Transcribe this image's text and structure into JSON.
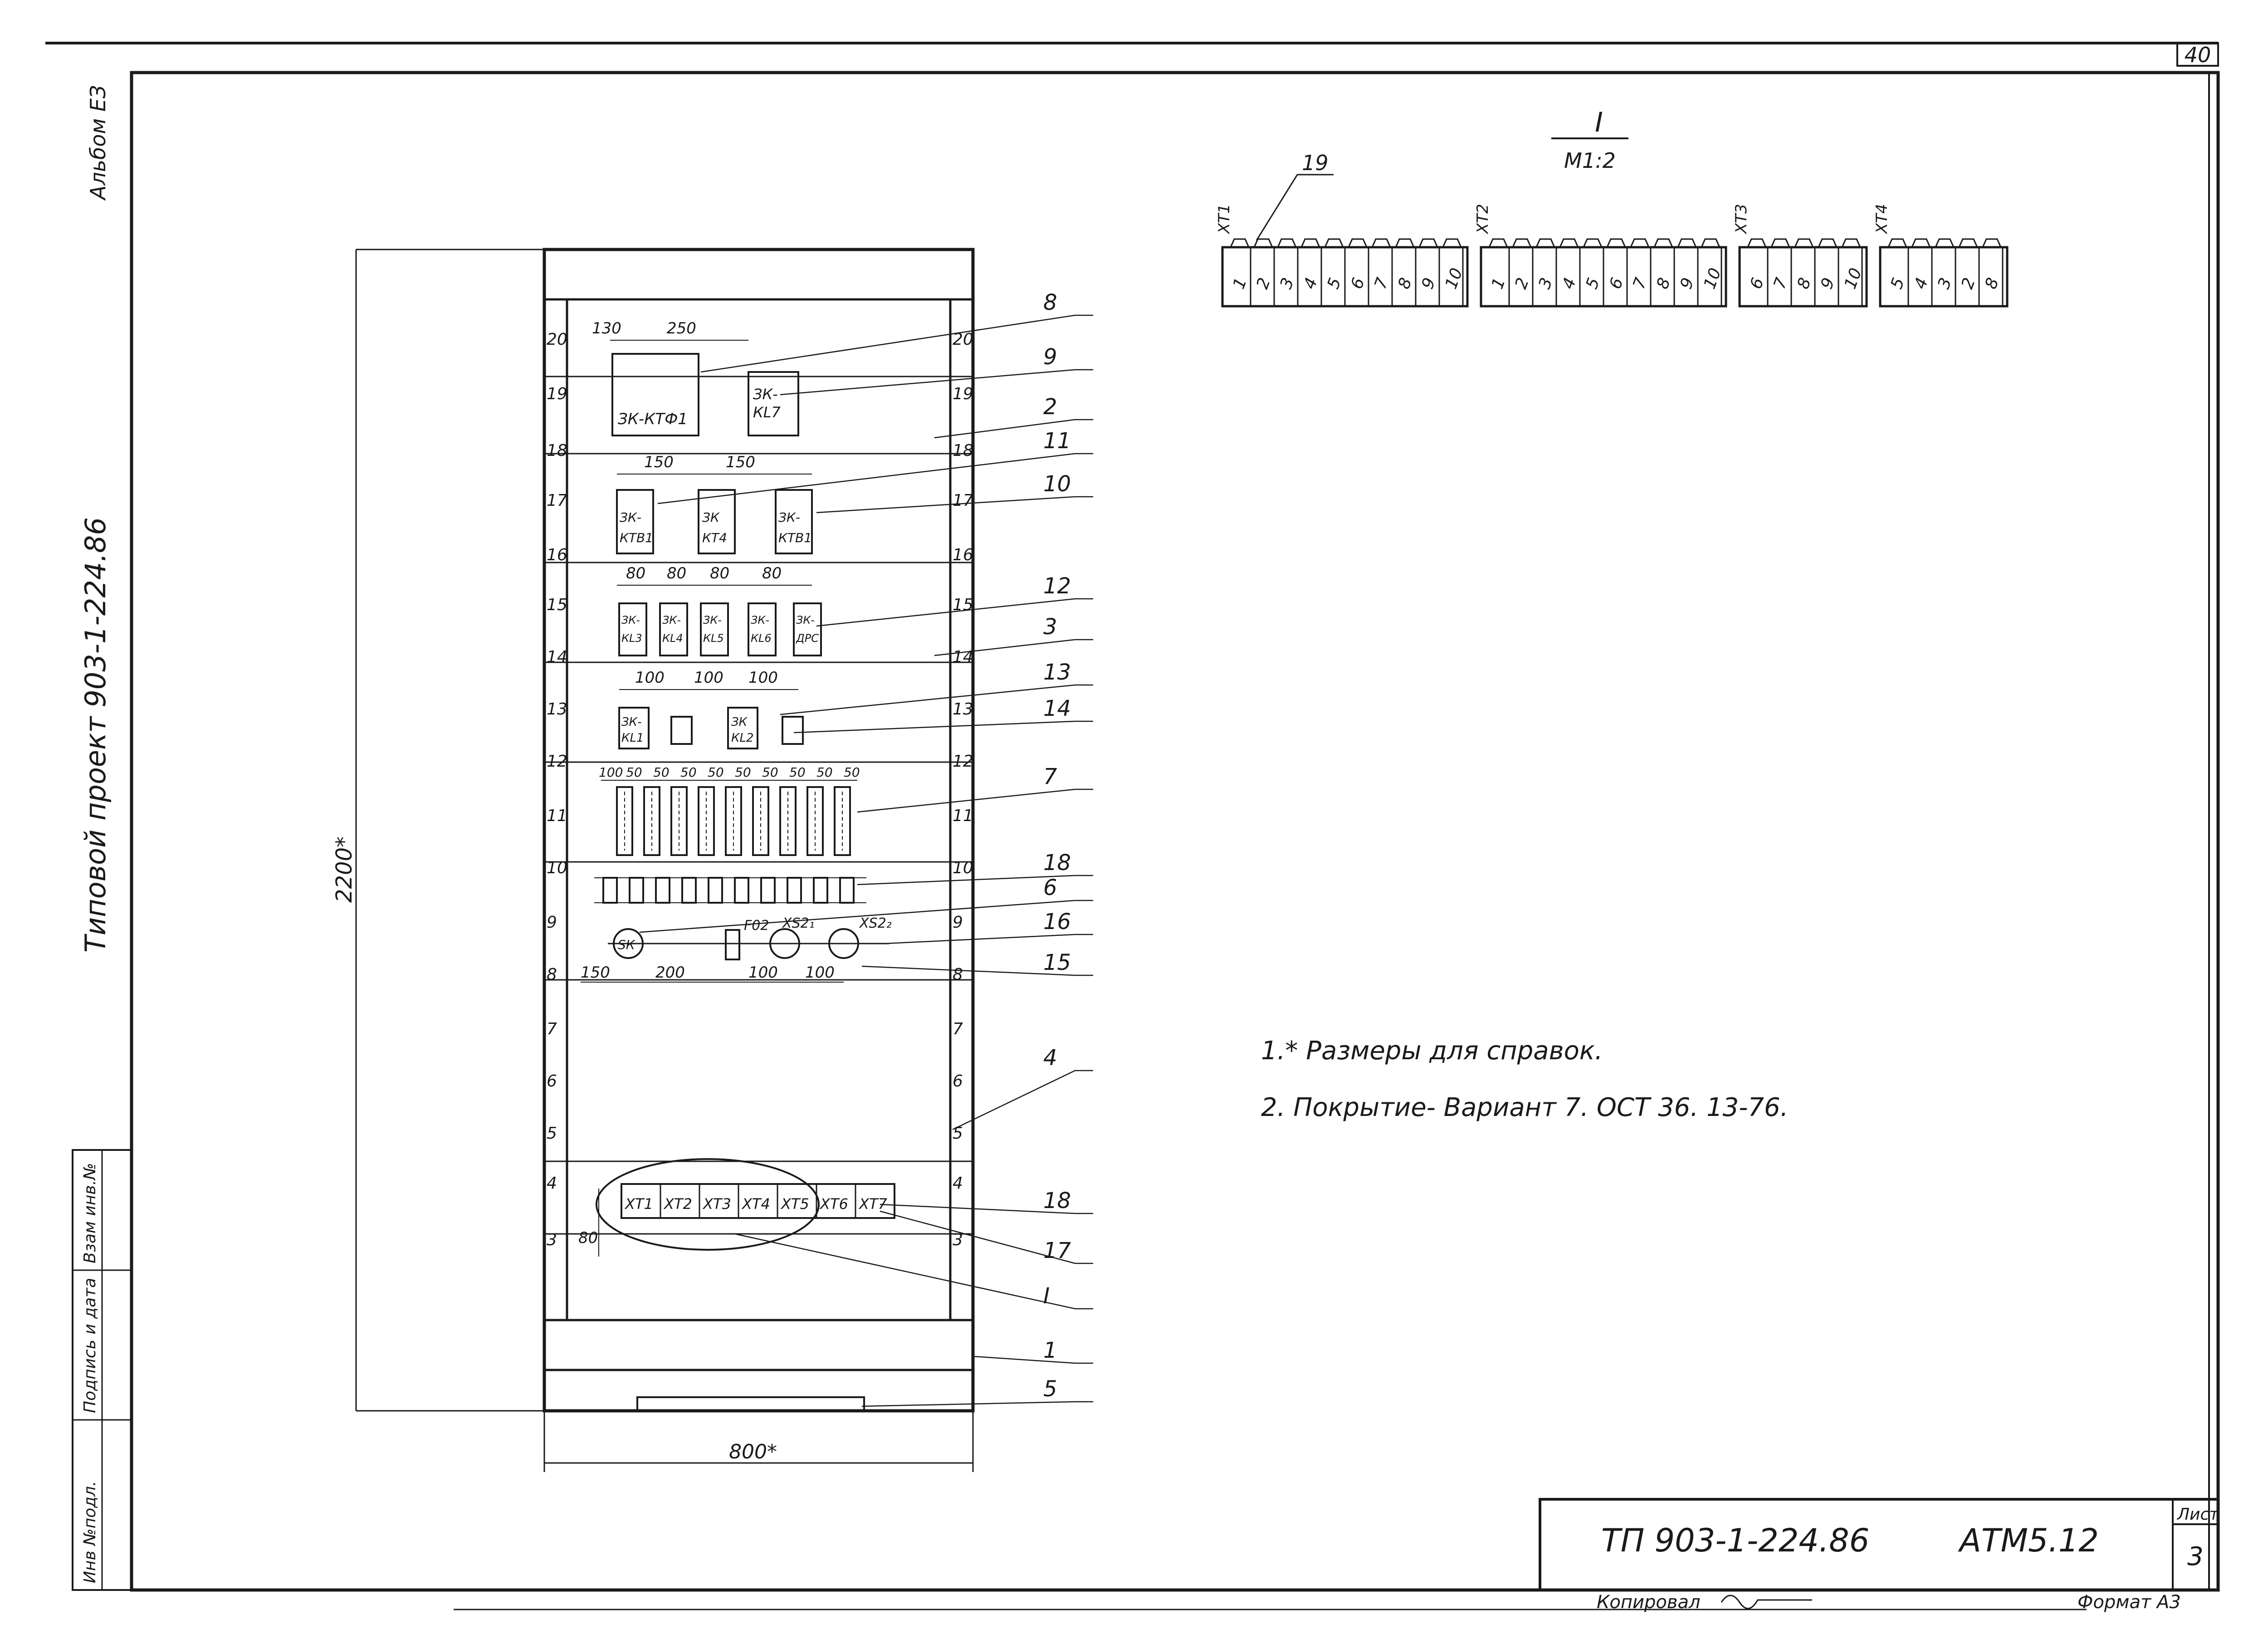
{
  "sheet_corner": "40",
  "side_text": {
    "album": "Альбом ЕЗ",
    "project": "Типовой проект 903-1-224.86"
  },
  "side_stamp": [
    "Инв №подл.",
    "Подпись и дата",
    "Взам инв.№"
  ],
  "cabinet": {
    "height_dim": "2200*",
    "width_dim": "800*",
    "row_numbers": [
      "20",
      "19",
      "18",
      "17",
      "16",
      "15",
      "14",
      "13",
      "12",
      "11",
      "10",
      "9",
      "8",
      "7",
      "6",
      "5",
      "4",
      "3"
    ],
    "dims": {
      "row1": [
        "130",
        "250"
      ],
      "row2": [
        "150",
        "150"
      ],
      "row3": [
        "80",
        "80",
        "80",
        "80"
      ],
      "row4": [
        "100",
        "100",
        "100"
      ],
      "row5": [
        "100",
        "50",
        "50",
        "50",
        "50",
        "50",
        "50",
        "50",
        "50"
      ],
      "row6": [
        "150",
        "200",
        "100",
        "100"
      ],
      "row7": [
        "80"
      ]
    },
    "devices": {
      "ktf": [
        "ЗК-КТФ1"
      ],
      "kl7": [
        "ЗК-",
        "КL7"
      ],
      "kta1": [
        "ЗК-",
        "КТВ1"
      ],
      "kt4": [
        "ЗК",
        "КТ4"
      ],
      "kta2": [
        "ЗК-",
        "КТВ1"
      ],
      "row3": [
        [
          "ЗК-",
          "КL3"
        ],
        [
          "ЗК-",
          "КL4"
        ],
        [
          "ЗК-",
          "КL5"
        ],
        [
          "ЗК-",
          "КL6"
        ],
        [
          "ЗК-",
          "ДРС"
        ]
      ],
      "row4": [
        [
          "ЗК-",
          "КL1"
        ],
        [
          "ЗК",
          "КL2"
        ]
      ],
      "sk": "SК",
      "f02": "F02",
      "xs2_1": "ХS2₁",
      "xs2_2": "ХS2₂",
      "terminals": [
        "ХТ1",
        "ХТ2",
        "ХТ3",
        "ХТ4",
        "ХТ5",
        "ХТ6",
        "ХТ7"
      ]
    },
    "leaders": [
      "8",
      "9",
      "2",
      "11",
      "10",
      "12",
      "3",
      "13",
      "14",
      "7",
      "18",
      "6",
      "16",
      "15",
      "4",
      "18",
      "17",
      "I",
      "1",
      "5"
    ]
  },
  "view": {
    "title": "I",
    "scale": "М1:2",
    "leader": "19",
    "groups": [
      {
        "label": "ХТ1",
        "cells": [
          "1",
          "2",
          "3",
          "4",
          "5",
          "6",
          "7",
          "8",
          "9",
          "10"
        ]
      },
      {
        "label": "ХТ2",
        "cells": [
          "1",
          "2",
          "3",
          "4",
          "5",
          "6",
          "7",
          "8",
          "9",
          "10"
        ]
      },
      {
        "label": "ХТ3",
        "cells": [
          "6",
          "7",
          "8",
          "9",
          "10"
        ]
      },
      {
        "label": "ХТ4",
        "cells": [
          "5",
          "4",
          "3",
          "2",
          "8"
        ]
      }
    ]
  },
  "notes": [
    "1.* Размеры для справок.",
    "2. Покрытие- Вариант 7. ОСТ 36. 13-76."
  ],
  "title_block": {
    "doc_number": "ТП 903-1-224.86",
    "code": "АТМ5.12",
    "sheet_label": "Лист",
    "sheet_number": "3",
    "copied": "Копировал",
    "format": "Формат А3"
  }
}
